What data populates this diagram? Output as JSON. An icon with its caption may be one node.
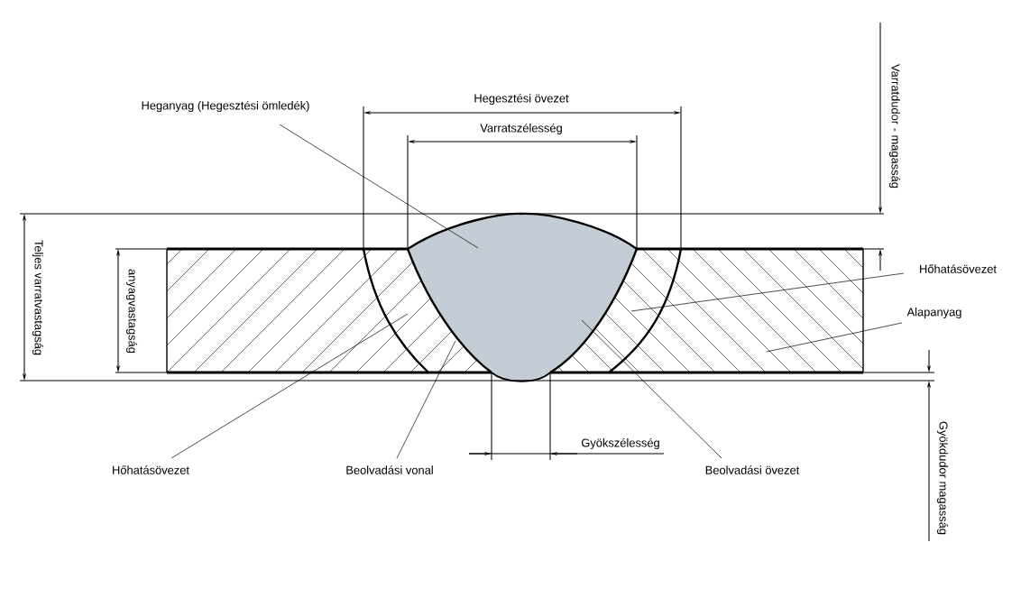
{
  "diagram": {
    "nodes": [
      {
        "text": [
          "Heganyag (Hegesztési ömledék)"
        ]
      },
      {
        "text": [
          "Hőhatásövezet"
        ]
      },
      {
        "text": [
          "Alapanyag"
        ]
      },
      {
        "text": [
          "Hőhatásövezet"
        ]
      },
      {
        "text": [
          "Beolvadási vonal"
        ]
      },
      {
        "text": [
          "Beolvadási övezet"
        ]
      }
    ],
    "edges": [
      {
        "from": 0,
        "to": null,
        "arrow": "none"
      },
      {
        "from": 1,
        "to": null,
        "arrow": "none"
      },
      {
        "from": 2,
        "to": null,
        "arrow": "none"
      },
      {
        "from": 3,
        "to": null,
        "arrow": "none"
      },
      {
        "from": 4,
        "to": null,
        "arrow": "none"
      },
      {
        "from": 5,
        "to": null,
        "arrow": "none"
      }
    ],
    "labels": [
      "Hegesztési övezet",
      "Varratszélesség",
      "Varratdudor - magasság",
      "Teljes varratvastagság",
      "anyagvastagság",
      "Gyökszélesség",
      "Gyökdudor magasság"
    ]
  }
}
